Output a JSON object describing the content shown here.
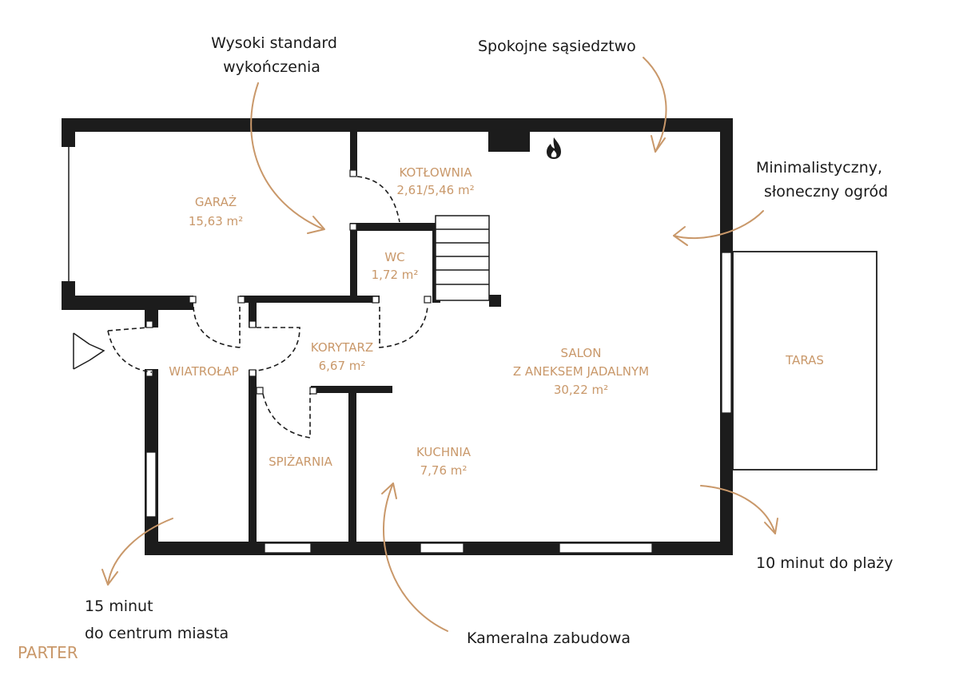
{
  "floor_label": "PARTER",
  "rooms": {
    "garaz": {
      "name": "GARAŻ",
      "area": "15,63 m²"
    },
    "kotlownia": {
      "name": "KOTŁOWNIA",
      "area": "2,61/5,46 m²"
    },
    "wc": {
      "name": "WC",
      "area": "1,72 m²"
    },
    "korytarz": {
      "name": "KORYTARZ",
      "area": "6,67 m²"
    },
    "wiatrolap": {
      "name": "WIATROŁAP"
    },
    "salon": {
      "line1": "SALON",
      "line2": "Z ANEKSEM JADALNYM",
      "area": "30,22 m²"
    },
    "spizarnia": {
      "name": "SPIŻARNIA"
    },
    "kuchnia": {
      "name": "KUCHNIA",
      "area": "7,76 m²"
    },
    "taras": {
      "name": "TARAS"
    }
  },
  "annotations": {
    "standard": {
      "line1": "Wysoki standard",
      "line2": "wykończenia"
    },
    "sasiedztwo": {
      "text": "Spokojne sąsiedztwo"
    },
    "ogrod": {
      "line1": "Minimalistyczny,",
      "line2": "słoneczny ogród"
    },
    "plaza": {
      "text": "10 minut do plaży"
    },
    "centrum": {
      "line1": "15 minut",
      "line2": "do centrum miasta"
    },
    "zabudowa": {
      "text": "Kameralna zabudowa"
    }
  },
  "icons": {
    "fireplace": "flame-icon",
    "entrance": "entrance-triangle-icon"
  },
  "colors": {
    "accent": "#c9986a",
    "wall": "#1c1c1c",
    "text": "#1a1a1a"
  }
}
